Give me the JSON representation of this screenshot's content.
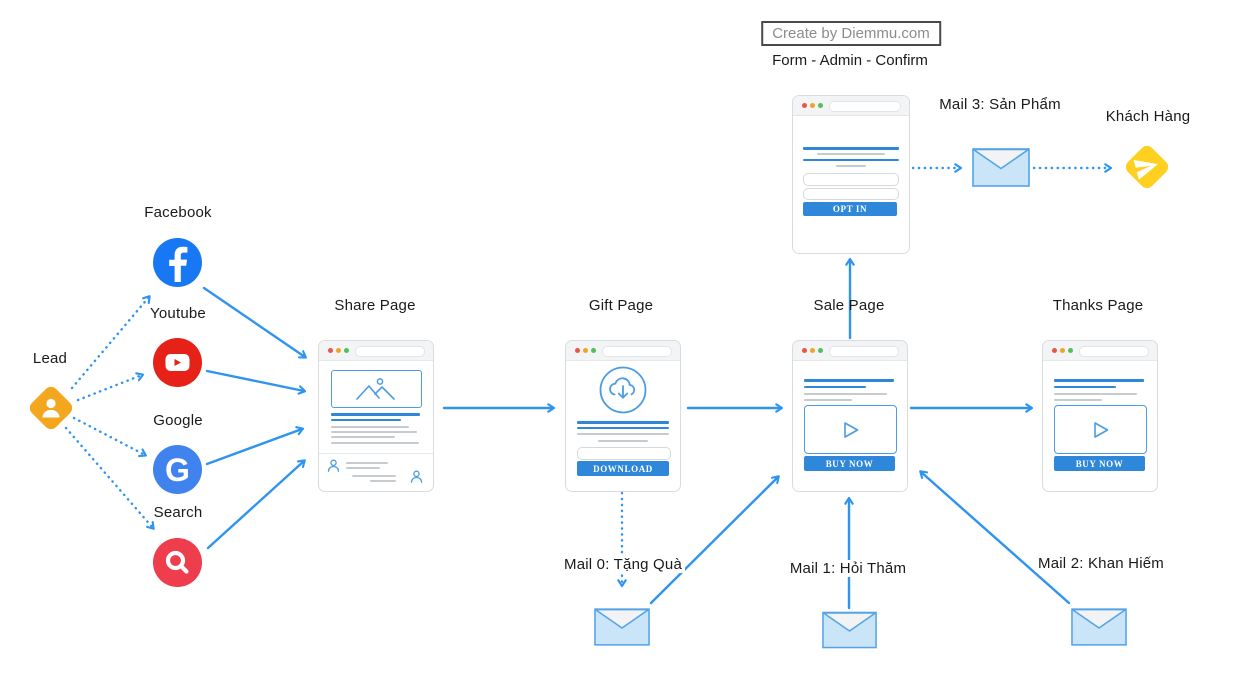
{
  "credit": {
    "box_label": "Create by Diemmu.com",
    "subtitle": "Form - Admin - Confirm"
  },
  "actors": {
    "lead": "Lead",
    "customer": "Khách Hàng"
  },
  "channels": [
    {
      "name": "facebook",
      "label": "Facebook"
    },
    {
      "name": "youtube",
      "label": "Youtube"
    },
    {
      "name": "google",
      "label": "Google"
    },
    {
      "name": "search",
      "label": "Search"
    }
  ],
  "pages": {
    "optin": {
      "button_label": "OPT IN"
    },
    "share": {
      "label": "Share Page"
    },
    "gift": {
      "label": "Gift Page",
      "button_label": "DOWNLOAD"
    },
    "sale": {
      "label": "Sale Page",
      "button_label": "BUY NOW"
    },
    "thanks": {
      "label": "Thanks Page",
      "button_label": "BUY NOW"
    }
  },
  "mails": [
    {
      "label": "Mail 0: Tặng Quà"
    },
    {
      "label": "Mail 1: Hỏi Thăm"
    },
    {
      "label": "Mail 2: Khan Hiếm"
    },
    {
      "label": "Mail 3: Sản Phẩm"
    }
  ],
  "icons": {
    "lead": "person-diamond-icon",
    "customer": "paper-plane-diamond-icon",
    "facebook": "facebook-circle-icon",
    "youtube": "youtube-circle-icon",
    "google": "google-circle-icon",
    "search": "magnifier-circle-icon",
    "mail": "envelope-icon",
    "gift": "cloud-download-icon",
    "share_image": "image-placeholder-icon",
    "video": "play-icon"
  },
  "colors": {
    "arrow_blue": "#2F93F0",
    "wireframe_blue": "#2E87D8",
    "wireframe_gray": "#C6CBD0",
    "facebook_blue": "#1877F2",
    "youtube_red": "#E62117",
    "google_blue": "#4083EF",
    "search_red": "#EE3D4D",
    "lead_amber": "#F2A71F",
    "customer_yellow": "#FFD01F",
    "envelope_fill": "#CBE5F8",
    "envelope_stroke": "#54A3E8"
  }
}
